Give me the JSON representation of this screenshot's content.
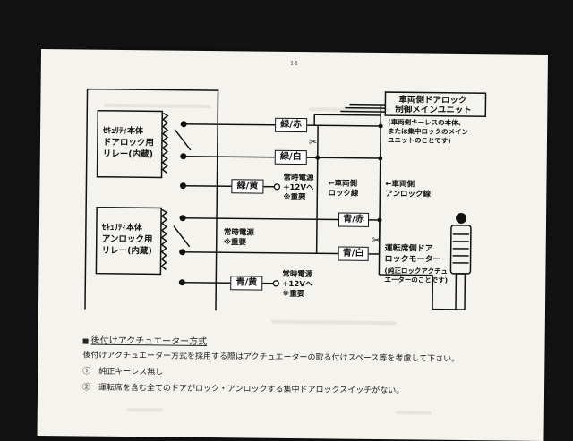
{
  "page_number": "14",
  "relays": [
    {
      "line1": "ｾｷｭﾘﾃｨ本体",
      "line2": "ドアロック用",
      "line3": "リレー(内蔵)"
    },
    {
      "line1": "ｾｷｭﾘﾃｨ本体",
      "line2": "アンロック用",
      "line3": "リレー(内蔵)"
    }
  ],
  "wire_labels": {
    "green_red": "緑/赤",
    "green_white": "緑/白",
    "green_yellow": "緑/黄",
    "blue_red": "青/赤",
    "blue_white": "青/白",
    "blue_yellow": "青/黄"
  },
  "power_notes": {
    "upper": {
      "line1": "常時電源",
      "line2": "+12Vへ",
      "line3": "※重要"
    },
    "middle": {
      "line1": "常時電源",
      "line2": "※重要"
    },
    "lower": {
      "line1": "常時電源",
      "line2": "+12Vへ",
      "line3": "※重要"
    }
  },
  "vehicle_lock_wire": {
    "line1": "←車両側",
    "line2": "ロック線"
  },
  "vehicle_unlock_wire": {
    "line1": "←車両側",
    "line2": "アンロック線"
  },
  "main_unit": {
    "title1": "車両側ドアロック",
    "title2": "制御メインユニット",
    "note1": "(車両側キーレスの本体、",
    "note2": "または集中ロックのメイン",
    "note3": "ユニットのことです)"
  },
  "motor": {
    "title1": "運転席側ドア",
    "title2": "ロックモーター",
    "note1": "(純正ロックアクチュ",
    "note2": "エーターのことです)"
  },
  "section": {
    "title": "後付けアクチュエーター方式",
    "intro": "後付けアクチュエーター方式を採用する際はアクチュエーターの取る付けスペース等を考慮して下さい。",
    "item1": "①　純正キーレス無し",
    "item2": "②　運転席を含む全てのドアがロック・アンロックする集中ドアロックスイッチがない。"
  },
  "colors": {
    "page": "#f4f3ee",
    "ink": "#111111",
    "background": "#121212"
  }
}
